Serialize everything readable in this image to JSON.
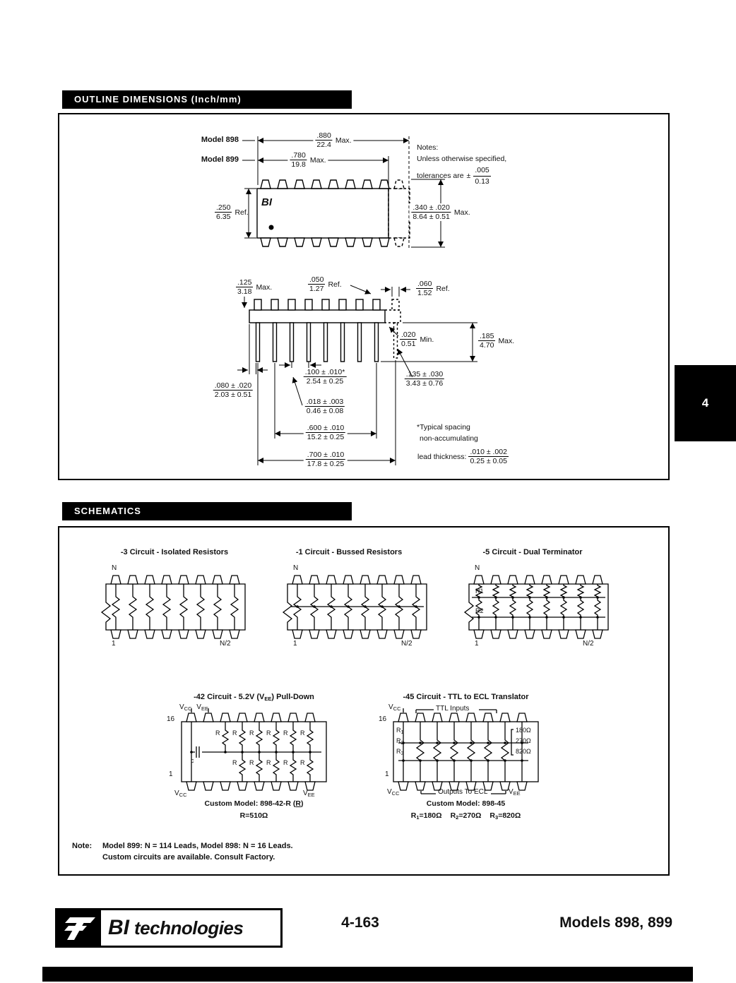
{
  "sections": {
    "outline": "OUTLINE DIMENSIONS (Inch/mm)",
    "schematics": "SCHEMATICS"
  },
  "side_tab": "4",
  "outline": {
    "model898": "Model 898",
    "model899": "Model 899",
    "chip_logo": "BI",
    "notes": {
      "l1": "Notes:",
      "l2": "Unless otherwise specified,",
      "l3": "tolerances are",
      "pm": "±",
      "tol_num": ".005",
      "tol_den": "0.13"
    },
    "dims": {
      "len898": {
        "num": ".880",
        "den": "22.4",
        "suf": "Max."
      },
      "len899": {
        "num": ".780",
        "den": "19.8",
        "suf": "Max."
      },
      "body_w": {
        "num": ".250",
        "den": "6.35",
        "suf": "Ref."
      },
      "body_h": {
        "num": ".340 ± .020",
        "den": "8.64 ± 0.51",
        "suf": "Max."
      },
      "d125": {
        "num": ".125",
        "den": "3.18",
        "suf": "Max."
      },
      "d050": {
        "num": ".050",
        "den": "1.27",
        "suf": "Ref."
      },
      "d060": {
        "num": ".060",
        "den": "1.52",
        "suf": "Ref."
      },
      "d020": {
        "num": ".020",
        "den": "0.51",
        "suf": "Min."
      },
      "d185": {
        "num": ".185",
        "den": "4.70",
        "suf": "Max."
      },
      "d100": {
        "num": ".100 ± .010*",
        "den": "2.54 ± 0.25"
      },
      "d018": {
        "num": ".018 ± .003",
        "den": "0.46 ± 0.08"
      },
      "d600": {
        "num": ".600 ± .010",
        "den": "15.2 ± 0.25"
      },
      "d700": {
        "num": ".700 ± .010",
        "den": "17.8 ± 0.25"
      },
      "d080": {
        "num": ".080 ± .020",
        "den": "2.03 ± 0.51"
      },
      "d135": {
        "num": ".135 ± .030",
        "den": "3.43 ± 0.76"
      },
      "lead": {
        "num": ".010 ± .002",
        "den": "0.25 ± 0.05"
      }
    },
    "footnote1": "*Typical spacing",
    "footnote2": "non-accumulating",
    "lead_label": "lead thickness:"
  },
  "schematics": {
    "labels": {
      "v": "V",
      "cc": "CC",
      "ee": "EE"
    },
    "circ3": {
      "title": "-3 Circuit - Isolated Resistors",
      "n": "N",
      "pin1": "1",
      "pinn2": "N/2"
    },
    "circ1": {
      "title": "-1 Circuit - Bussed Resistors",
      "n": "N",
      "pin1": "1",
      "pinn2": "N/2"
    },
    "circ5": {
      "title": "-5 Circuit - Dual Terminator",
      "n": "N",
      "pin1": "1",
      "pinn2": "N/2",
      "r1": "R1",
      "r2": "R2"
    },
    "circ42": {
      "title_p1": "-42 Circuit - 5.2V (V",
      "title_sub": "EE",
      "title_p2": ") Pull-Down",
      "pin16": "16",
      "pin1": "1",
      "r": "R",
      "c": "c",
      "custom_p1": "Custom Model: 898-42-R (",
      "custom_r": "R",
      "custom_p2": ")",
      "rvalue": "R=510Ω"
    },
    "circ45": {
      "title": "-45 Circuit - TTL to ECL Translator",
      "ttl": "TTL Inputs",
      "outputs": "Outputs To ECL",
      "pin16": "16",
      "pin1": "1",
      "rbase": "R",
      "s1": "1",
      "s2": "2",
      "s3": "3",
      "ohm1": "180Ω",
      "ohm2": "270Ω",
      "ohm3": "820Ω",
      "v1": "=180Ω",
      "v2": "=270Ω",
      "v3": "=820Ω",
      "custom": "Custom Model: 898-45"
    },
    "note_label": "Note:",
    "note_line1": "Model 899: N = 114 Leads, Model 898: N = 16 Leads.",
    "note_line2": "Custom circuits are available.  Consult Factory."
  },
  "footer": {
    "logo_bi": "BI",
    "logo_tech": "technologies",
    "page_number": "4-163",
    "models": "Models 898, 899"
  }
}
